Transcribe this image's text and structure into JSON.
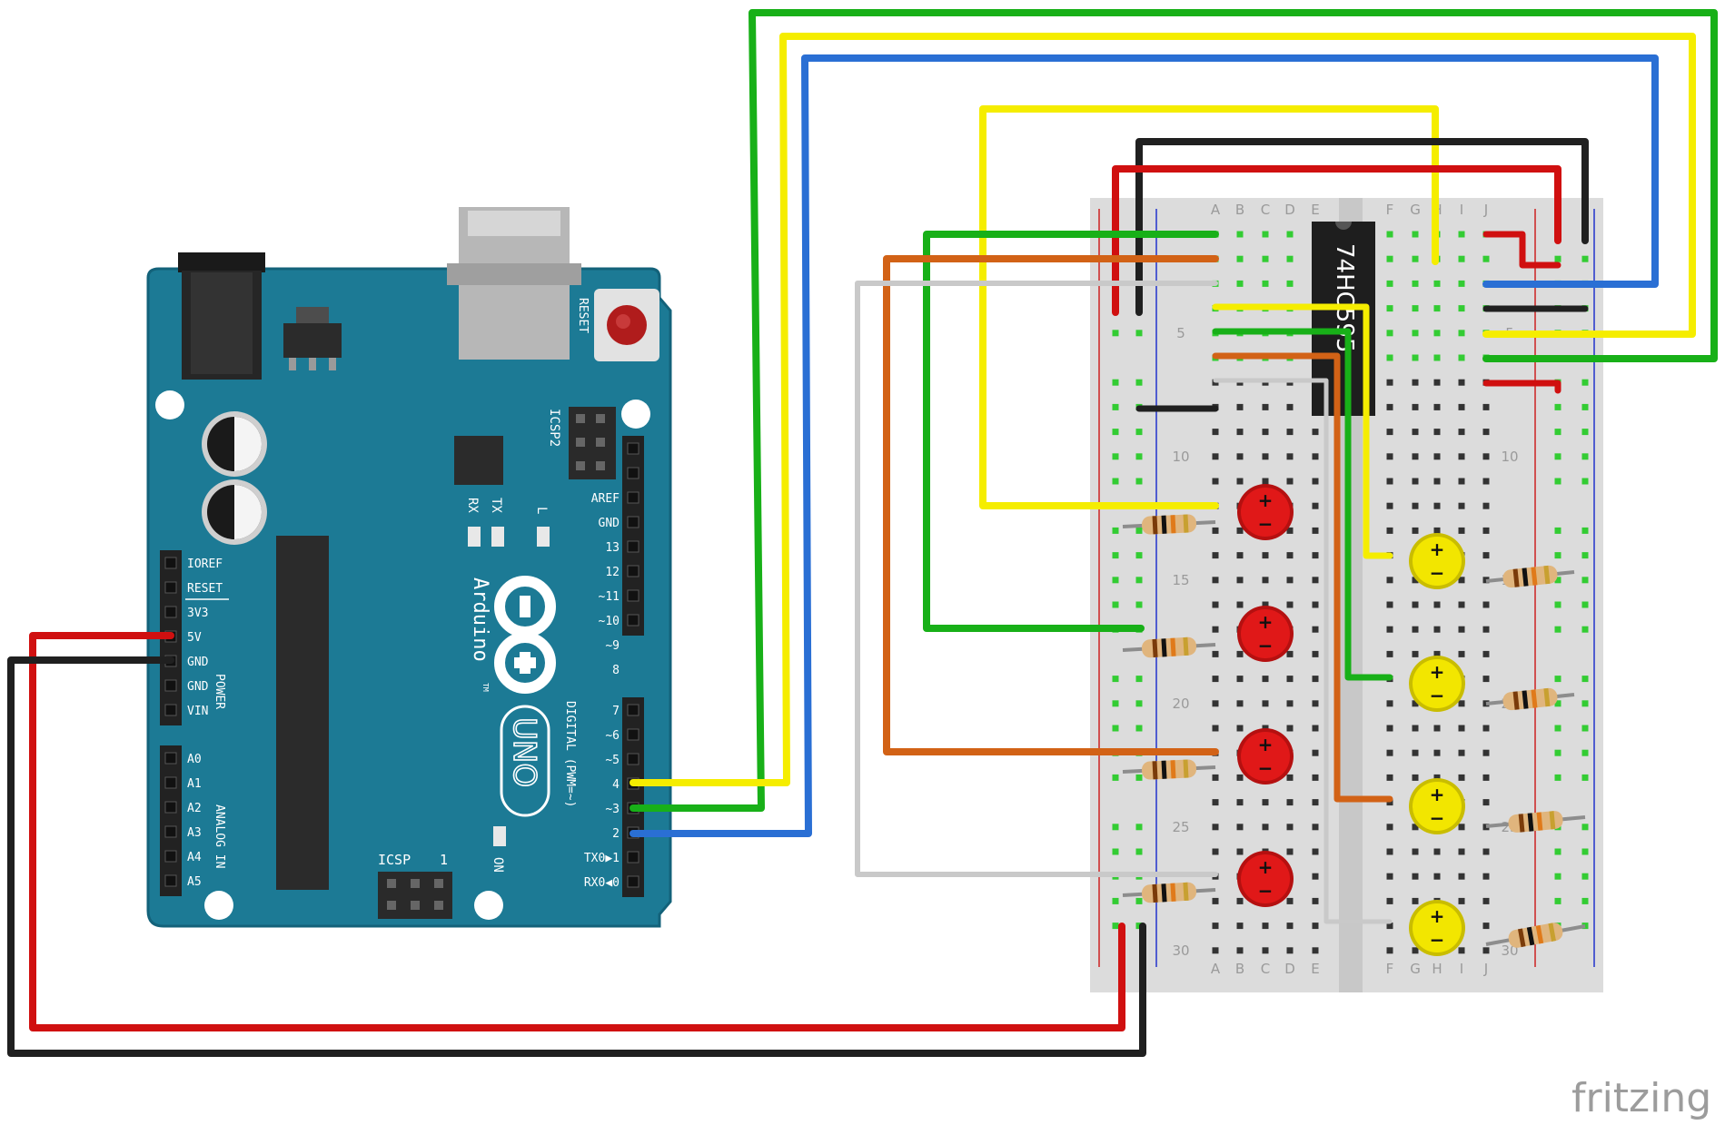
{
  "title": "",
  "watermark": "fritzing",
  "colors": {
    "board": "#1c7a95",
    "board_edge": "#13627a",
    "breadboard": "#dcdcdc",
    "rail_red": "#cc2222",
    "rail_blue": "#2233cc",
    "wire_red": "#d01010",
    "wire_black": "#202020",
    "wire_green": "#18b018",
    "wire_yellow": "#f5ed00",
    "wire_blue": "#2a6fd4",
    "wire_orange": "#d26216",
    "wire_white": "#c9c9c9",
    "led_red": "#e01818",
    "led_yellow": "#f2e600"
  },
  "arduino": {
    "model": "UNO",
    "brand": "Arduino",
    "tm": "TM",
    "reset": "RESET",
    "icsp2": "ICSP2",
    "icsp": "ICSP",
    "icsp_pin1": "1",
    "on": "ON",
    "tx": "TX",
    "rx": "RX",
    "l": "L",
    "power_label": "POWER",
    "analog_label": "ANALOG IN",
    "digital_label": "DIGITAL (PWM=~)",
    "power_pins": [
      "IOREF",
      "RESET",
      "3V3",
      "5V",
      "GND",
      "GND",
      "VIN"
    ],
    "analog_pins": [
      "A0",
      "A1",
      "A2",
      "A3",
      "A4",
      "A5"
    ],
    "digital_upper": [
      "AREF",
      "GND",
      "13",
      "12",
      "~11",
      "~10",
      "~9",
      "8"
    ],
    "digital_lower": [
      "7",
      "~6",
      "~5",
      "4",
      "~3",
      "2",
      "TX0▶1",
      "RX0◀0"
    ]
  },
  "breadboard": {
    "cols_left": [
      "A",
      "B",
      "C",
      "D",
      "E"
    ],
    "cols_right": [
      "F",
      "G",
      "H",
      "I",
      "J"
    ],
    "row_marks": [
      "5",
      "10",
      "15",
      "20",
      "25",
      "30"
    ],
    "row_mark_rows": [
      5,
      10,
      15,
      20,
      25,
      30
    ]
  },
  "chip": {
    "label": "74HC595"
  },
  "led_polarity": {
    "plus": "+",
    "minus": "−"
  }
}
